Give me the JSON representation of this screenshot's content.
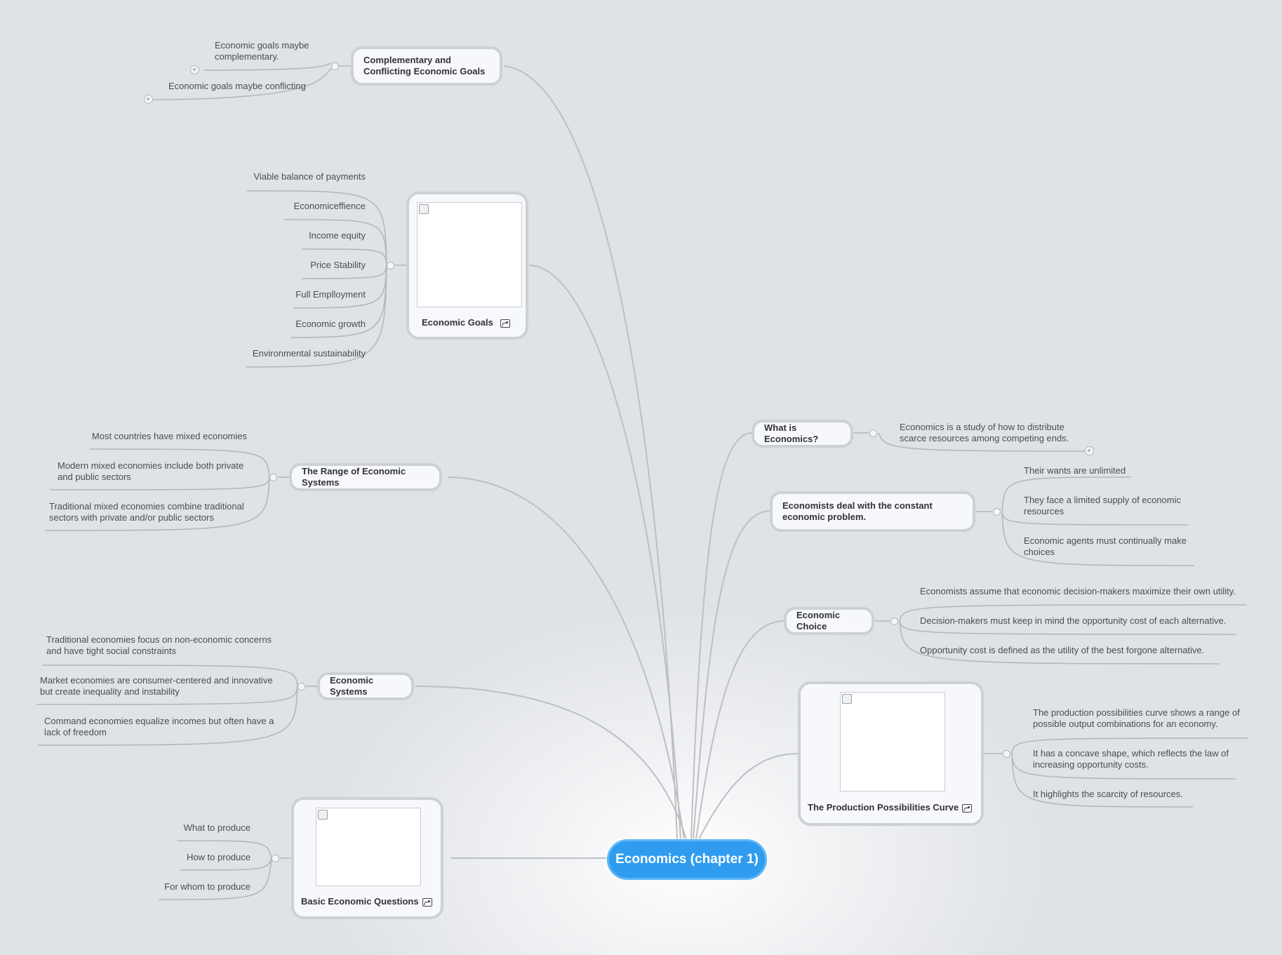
{
  "colors": {
    "root_fill": "#2f9cef",
    "line": "#b4b7bc",
    "topic_border": "#cdd0d4"
  },
  "root": {
    "label": "Economics (chapter 1)"
  },
  "topics": {
    "complementary": {
      "label": "Complementary and Conflicting Economic Goals",
      "children": [
        "Economic goals maybe complementary.",
        "Economic goals maybe conflicting"
      ]
    },
    "goals": {
      "label": "Economic Goals",
      "icon": "image-icon",
      "children": [
        "Viable balance of payments",
        "Economiceffience",
        "Income equity",
        "Price Stability",
        "Full Emplloyment",
        "Economic growth",
        "Environmental sustainability"
      ]
    },
    "range": {
      "label": "The Range of Economic Systems",
      "children": [
        "Most countries have mixed economies",
        "Modern mixed economies include both private and public sectors",
        "Traditional mixed economies combine traditional sectors with private and/or public sectors"
      ]
    },
    "systems": {
      "label": "Economic Systems",
      "children": [
        "Traditional economies focus on non-economic concerns and have tight social constraints",
        "Market economies are consumer-centered and innovative but create inequality and instability",
        "Command economies equalize incomes but often have a lack of freedom"
      ]
    },
    "basic": {
      "label": "Basic Economic Questions",
      "icon": "image-icon",
      "children": [
        "What to produce",
        "How to produce",
        "For whom to produce"
      ]
    },
    "what": {
      "label": "What is Economics?",
      "children": [
        "Economics is a study of how to distribute scarce resources among competing ends."
      ]
    },
    "constant": {
      "label": "Economists deal with the constant economic problem.",
      "children": [
        "Their wants are unlimited",
        "They face a limited supply of economic resources",
        "Economic agents must continually make choices"
      ]
    },
    "choice": {
      "label": "Economic Choice",
      "children": [
        "Economists assume that economic decision-makers maximize their own utility.",
        "Decision-makers must keep in mind the opportunity cost of each alternative.",
        "Opportunity cost is defined as the utility of the best forgone alternative."
      ]
    },
    "ppc": {
      "label": "The Production Possibilities Curve",
      "icon": "image-icon",
      "children": [
        "The production possibilities curve shows a range of possible output combinations for an economy.",
        "It has a concave shape, which reflects the law of increasing opportunity costs.",
        "It highlights the scarcity of resources."
      ]
    }
  }
}
